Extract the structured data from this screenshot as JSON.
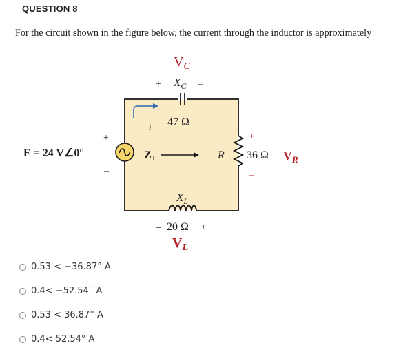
{
  "question": {
    "title": "QUESTION 8",
    "prompt": "For the circuit shown in the figure below, the current through the inductor is approximately"
  },
  "circuit": {
    "source_label": "E = 24 V∠0°",
    "source_plus": "+",
    "source_minus": "–",
    "zt_label": "Z",
    "zt_sub": "T",
    "current_label": "i",
    "vc_V": "V",
    "vc_sub": "C",
    "xc_X": "X",
    "xc_sub": "C",
    "xc_plus": "+",
    "xc_minus": "–",
    "xc_value": "47 Ω",
    "r_label": "R",
    "r_value": "36 Ω",
    "vr_V": "V",
    "vr_sub": "R",
    "vr_plus": "+",
    "vr_minus": "–",
    "xl_X": "X",
    "xl_sub": "L",
    "xl_value": "20 Ω",
    "xl_minus": "–",
    "xl_plus": "+",
    "vl_V": "V",
    "vl_sub": "L",
    "colors": {
      "wire": "#1a1a1a",
      "box_fill": "#fbebc5",
      "source_fill": "#f6d56a",
      "label_red": "#b3232a",
      "arrow_blue": "#2f6bb5"
    }
  },
  "options": [
    {
      "label": "0.53 < −36.87° A"
    },
    {
      "label": "0.4< −52.54° A"
    },
    {
      "label": "0.53 < 36.87° A"
    },
    {
      "label": "0.4< 52.54° A"
    }
  ]
}
